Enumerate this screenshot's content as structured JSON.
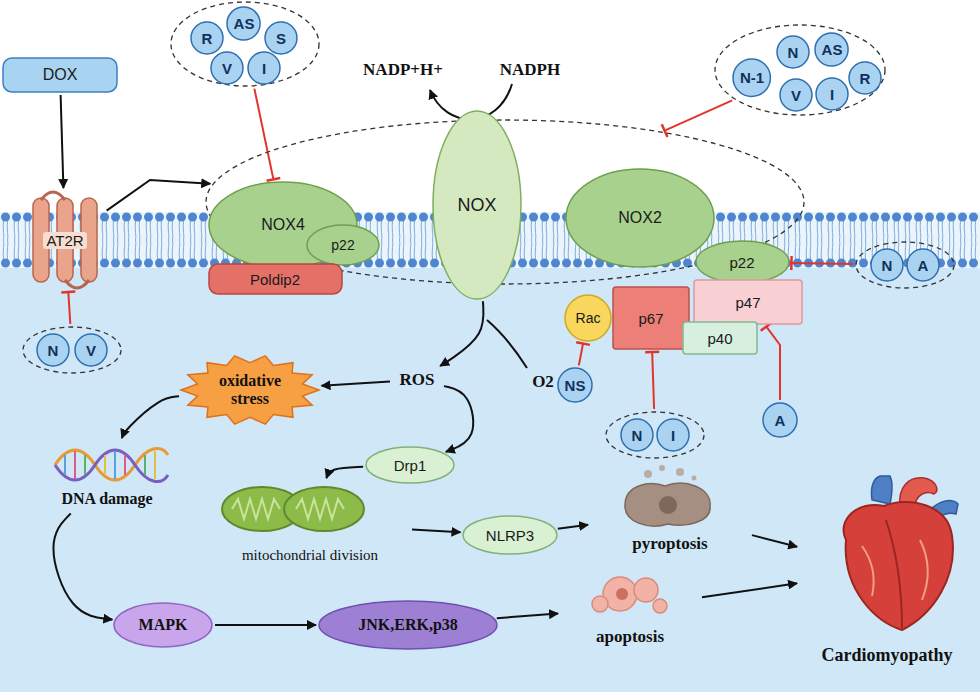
{
  "diagram": {
    "nodes": [
      {
        "text": [
          "DOX"
        ]
      },
      {
        "text": []
      },
      {
        "text": [
          "R"
        ],
        "in": 1
      },
      {
        "text": [
          "AS"
        ],
        "in": 1
      },
      {
        "text": [
          "S"
        ],
        "in": 1
      },
      {
        "text": [
          "V"
        ],
        "in": 1
      },
      {
        "text": [
          "I"
        ],
        "in": 1
      },
      {
        "text": []
      },
      {
        "text": [
          "N-1"
        ],
        "in": 7
      },
      {
        "text": [
          "N"
        ],
        "in": 7
      },
      {
        "text": [
          "AS"
        ],
        "in": 7
      },
      {
        "text": [
          "R"
        ],
        "in": 7
      },
      {
        "text": [
          "V"
        ],
        "in": 7
      },
      {
        "text": [
          "I"
        ],
        "in": 7
      },
      {
        "text": [
          "AT2R"
        ]
      },
      {
        "text": []
      },
      {
        "text": [
          "NOX4"
        ],
        "in": 15
      },
      {
        "text": [
          "p22"
        ],
        "in": 15
      },
      {
        "text": [
          "Poldip2"
        ],
        "in": 15
      },
      {
        "text": [
          "NOX"
        ],
        "in": 15
      },
      {
        "text": [
          "NOX2"
        ],
        "in": 15
      },
      {
        "text": [
          "p22"
        ]
      },
      {
        "text": []
      },
      {
        "text": [
          "N"
        ],
        "in": 22
      },
      {
        "text": [
          "A"
        ],
        "in": 22
      },
      {
        "text": [
          "Rac"
        ]
      },
      {
        "text": [
          "p67"
        ]
      },
      {
        "text": [
          "p47"
        ]
      },
      {
        "text": [
          "p40"
        ]
      },
      {
        "text": []
      },
      {
        "text": [
          "N"
        ],
        "in": 29
      },
      {
        "text": [
          "V"
        ],
        "in": 29
      },
      {
        "text": [
          "ROS"
        ]
      },
      {
        "text": [
          "oxidative stress"
        ]
      },
      {
        "text": [
          "NS"
        ]
      },
      {
        "text": []
      },
      {
        "text": [
          "N"
        ],
        "in": 35
      },
      {
        "text": [
          "I"
        ],
        "in": 35
      },
      {
        "text": [
          "A"
        ]
      },
      {
        "text": [
          "Drp1"
        ]
      },
      {
        "text": [
          "DNA damage"
        ]
      },
      {
        "text": [
          "mitochondrial division"
        ]
      },
      {
        "text": [
          "NLRP3"
        ]
      },
      {
        "text": [
          "pyroptosis"
        ]
      },
      {
        "text": [
          "MAPK"
        ]
      },
      {
        "text": [
          "JNK,ERK,p38"
        ]
      },
      {
        "text": [
          "apoptosis"
        ]
      },
      {
        "text": [
          "Cardiomyopathy"
        ]
      }
    ],
    "edges": [
      {
        "from": 0,
        "to": 14,
        "arrow": "to"
      },
      {
        "from": 29,
        "to": 14,
        "arrow": "to"
      },
      {
        "from": 14,
        "to": 15,
        "arrow": "to"
      },
      {
        "from": 1,
        "to": 16,
        "arrow": "to"
      },
      {
        "from": 7,
        "to": 15,
        "arrow": "to"
      },
      {
        "from": 22,
        "to": 21,
        "arrow": "to"
      },
      {
        "from": 34,
        "to": 25,
        "arrow": "to"
      },
      {
        "from": 35,
        "to": 26,
        "arrow": "to"
      },
      {
        "from": 38,
        "to": 27,
        "arrow": "to"
      },
      {
        "from": 19,
        "to": 32,
        "arrow": "to"
      },
      {
        "from": 32,
        "to": 33,
        "arrow": "to"
      },
      {
        "from": 32,
        "to": 39,
        "arrow": "to"
      },
      {
        "from": 33,
        "to": 40,
        "arrow": "to"
      },
      {
        "from": 39,
        "to": 41,
        "arrow": "to"
      },
      {
        "from": 40,
        "to": 44,
        "arrow": "to"
      },
      {
        "from": 41,
        "to": 42,
        "arrow": "to"
      },
      {
        "from": 44,
        "to": 45,
        "arrow": "to"
      },
      {
        "from": 42,
        "to": 43,
        "arrow": "to"
      },
      {
        "from": 45,
        "to": 46,
        "arrow": "to"
      },
      {
        "from": 43,
        "to": 47,
        "arrow": "to"
      },
      {
        "from": 46,
        "to": 47,
        "arrow": "to"
      }
    ],
    "labels": [
      "NADP+H+",
      "NADPH",
      "O2"
    ]
  }
}
